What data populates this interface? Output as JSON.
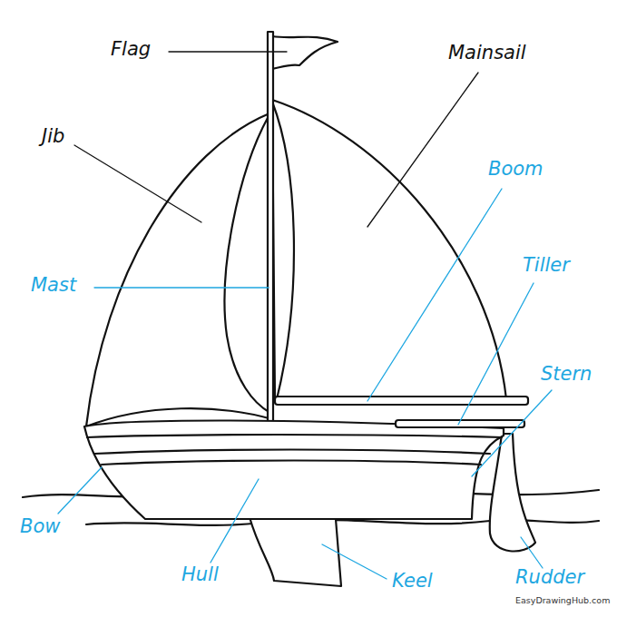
{
  "diagram": {
    "labels": [
      "Flag",
      "Mainsail",
      "Jib",
      "Boom",
      "Tiller",
      "Mast",
      "Stern",
      "Bow",
      "Hull",
      "Keel",
      "Rudder",
      "EasyDrawingHub.com"
    ]
  }
}
